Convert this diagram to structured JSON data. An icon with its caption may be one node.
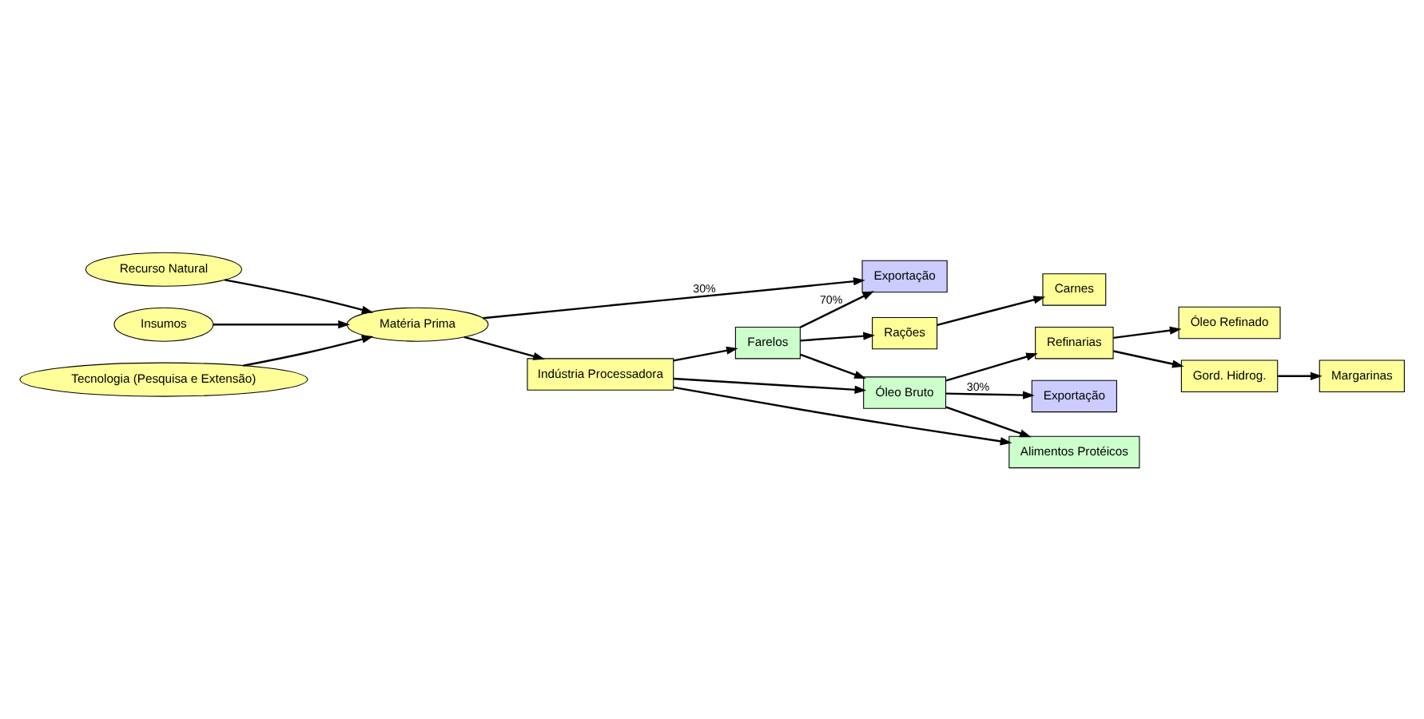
{
  "diagram": {
    "nodes": [
      {
        "text": [
          "Recurso Natural"
        ]
      },
      {
        "text": [
          "Insumos"
        ]
      },
      {
        "text": [
          "Exportação"
        ]
      },
      {
        "text": [
          "Farelos"
        ]
      },
      {
        "text": [
          "Rações"
        ]
      },
      {
        "text": [
          "Carnes"
        ]
      },
      {
        "text": [
          "Matéria Prima"
        ]
      },
      {
        "text": [
          "Indústria Processadora"
        ]
      },
      {
        "text": [
          "Óleo Bruto"
        ]
      },
      {
        "text": [
          "Óleo Refinado"
        ]
      },
      {
        "text": [
          "Refinarias"
        ]
      },
      {
        "text": [
          "Exportação"
        ]
      },
      {
        "text": [
          "Gord. Hidrog."
        ]
      },
      {
        "text": [
          "Tecnologia (Pesquisa e Extensão)"
        ]
      },
      {
        "text": [
          "Alimentos Protéicos"
        ]
      },
      {
        "text": [
          "Margarinas"
        ]
      }
    ],
    "edges": [
      {
        "from": 0,
        "to": 6,
        "arrow": "to"
      },
      {
        "from": 1,
        "to": 6,
        "arrow": "to"
      },
      {
        "from": 13,
        "to": 6,
        "arrow": "to"
      },
      {
        "from": 6,
        "to": 2,
        "arrow": "to",
        "label": "30%"
      },
      {
        "from": 6,
        "to": 7,
        "arrow": "to"
      },
      {
        "from": 7,
        "to": 3,
        "arrow": "to"
      },
      {
        "from": 7,
        "to": 8,
        "arrow": "to"
      },
      {
        "from": 7,
        "to": 14,
        "arrow": "to"
      },
      {
        "from": 3,
        "to": 2,
        "arrow": "to",
        "label": "70%"
      },
      {
        "from": 3,
        "to": 4,
        "arrow": "to"
      },
      {
        "from": 4,
        "to": 5,
        "arrow": "to"
      },
      {
        "from": 3,
        "to": 8,
        "arrow": "to"
      },
      {
        "from": 8,
        "to": 11,
        "arrow": "to",
        "label": "30%"
      },
      {
        "from": 8,
        "to": 14,
        "arrow": "to"
      },
      {
        "from": 8,
        "to": 10,
        "arrow": "to"
      },
      {
        "from": 10,
        "to": 9,
        "arrow": "to"
      },
      {
        "from": 10,
        "to": 12,
        "arrow": "to"
      },
      {
        "from": 12,
        "to": 15,
        "arrow": "to"
      }
    ]
  }
}
